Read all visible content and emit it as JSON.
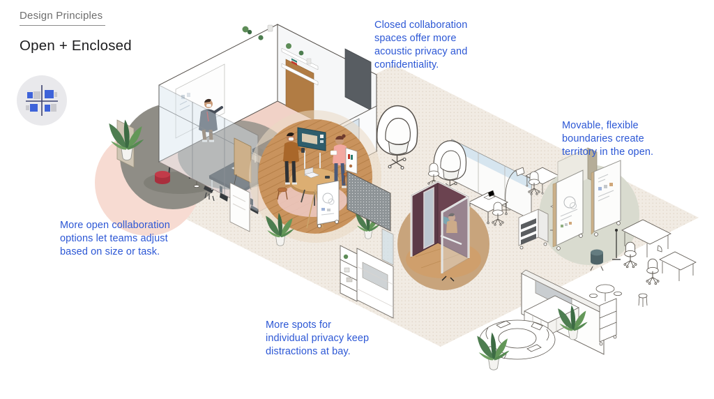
{
  "header": {
    "eyebrow": "Design Principles",
    "title": "Open + Enclosed"
  },
  "annotations": {
    "closed_collaboration": "Closed collaboration\nspaces offer more\nacoustic privacy and\nconfidentiality.",
    "movable_boundaries": "Movable, flexible\nboundaries create\nterritory in the open.",
    "open_collaboration": "More open collaboration\noptions let teams adjust\nbased on size or task.",
    "individual_privacy": "More spots for\nindividual privacy keep\ndistractions at bay."
  },
  "icon": {
    "name": "open-enclosed-workstations-icon"
  },
  "colors": {
    "annotation_blue": "#2c57d5",
    "eyebrow_gray": "#6e6e6e",
    "title_black": "#1c1c1e",
    "icon_circle_bg": "#e9e9ec",
    "icon_blue": "#3e63d9",
    "icon_gray": "#c9c9ce",
    "floor_beige": "#f1ebe3",
    "zone_pink": "#f7dbd2",
    "zone_gray": "#8f8d86",
    "zone_wood": "#c9935d",
    "zone_tan": "#c8a47c",
    "zone_sage": "#d9dbcf",
    "booth_maroon": "#5c3a47"
  },
  "scene": {
    "zones": [
      {
        "name": "enclosed-meeting-room"
      },
      {
        "name": "open-lounge-zone"
      },
      {
        "name": "open-collaboration-zone"
      },
      {
        "name": "privacy-booth-zone"
      },
      {
        "name": "movable-boundary-zone"
      }
    ]
  }
}
